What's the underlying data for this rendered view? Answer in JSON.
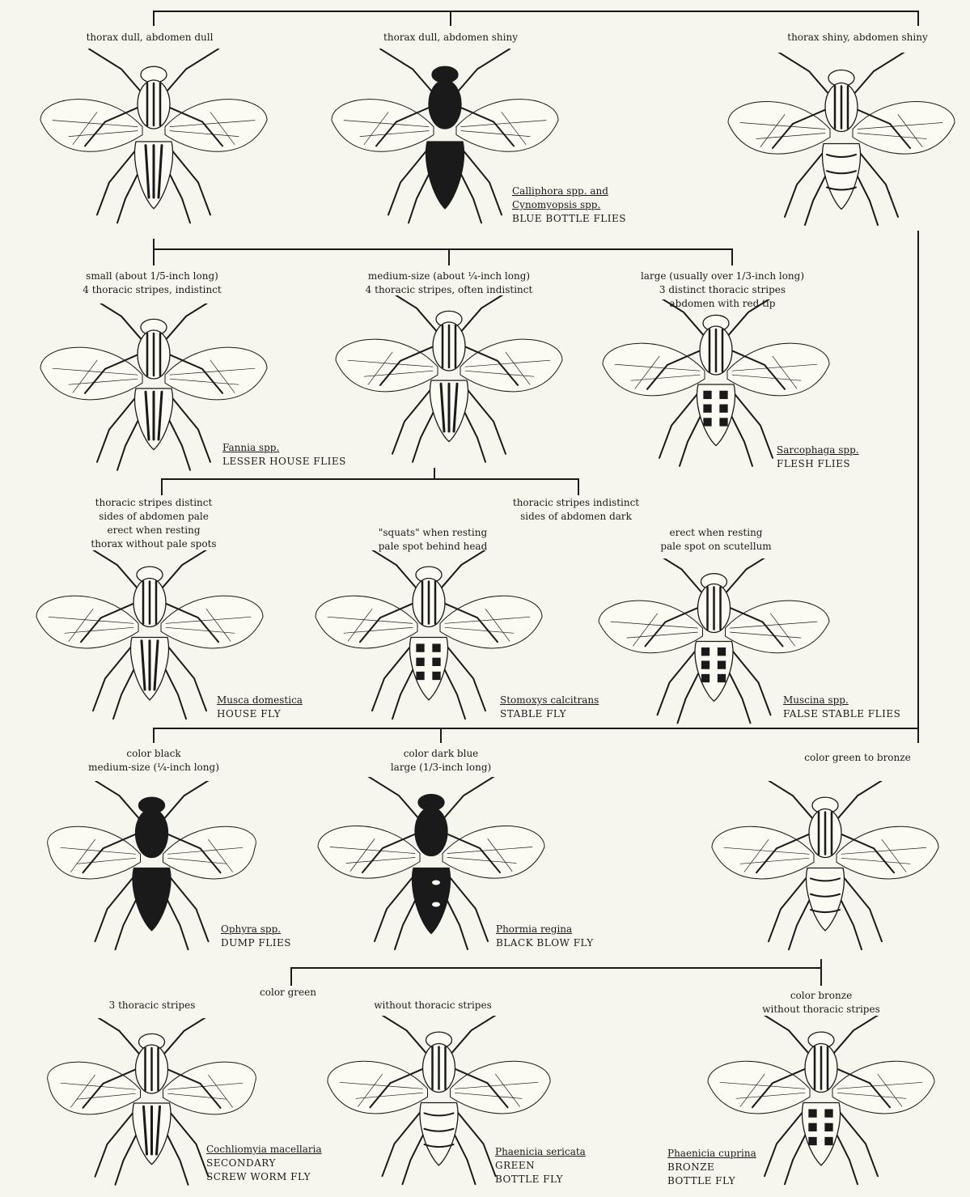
{
  "colors": {
    "ink": "#1a1a1a",
    "paper": "#f7f6ee"
  },
  "groups": {
    "g1": {
      "characters": [
        "thorax dull, abdomen dull"
      ]
    },
    "g2": {
      "characters": [
        "thorax dull, abdomen shiny"
      ]
    },
    "g3": {
      "characters": [
        "thorax shiny, abdomen shiny"
      ]
    },
    "g4": {
      "characters": [
        "small (about 1/5-inch long)",
        "4 thoracic stripes, indistinct"
      ]
    },
    "g5": {
      "characters": [
        "medium-size (about ¼-inch long)",
        "4 thoracic stripes, often indistinct"
      ]
    },
    "g6": {
      "characters": [
        "large (usually over 1/3-inch long)",
        "3 distinct thoracic stripes",
        "abdomen with red tip"
      ]
    },
    "g7": {
      "characters": [
        "thoracic stripes distinct",
        "sides of abdomen pale",
        "erect when resting",
        "thorax without pale spots"
      ]
    },
    "g8": {
      "characters": [
        "thoracic stripes indistinct",
        "sides of abdomen dark"
      ]
    },
    "g9": {
      "characters": [
        "\"squats\" when resting",
        "pale spot behind head"
      ]
    },
    "g10": {
      "characters": [
        "erect when resting",
        "pale spot on scutellum"
      ]
    },
    "g11": {
      "characters": [
        "color black",
        "medium-size (¼-inch long)"
      ]
    },
    "g12": {
      "characters": [
        "color dark blue",
        "large (1/3-inch long)"
      ]
    },
    "g13": {
      "characters": [
        "color green to bronze"
      ]
    },
    "g14": {
      "characters": [
        "color green"
      ]
    },
    "g15": {
      "characters": [
        "3 thoracic stripes"
      ]
    },
    "g16": {
      "characters": [
        "without thoracic stripes"
      ]
    },
    "g17": {
      "characters": [
        "color bronze",
        "without thoracic stripes"
      ]
    }
  },
  "flies": [
    {
      "id": "calliphora",
      "genus": "Calliphora spp. and",
      "genus2": "Cynomyopsis spp.",
      "common": [
        "BLUE BOTTLE FLIES"
      ]
    },
    {
      "id": "fannia",
      "genus": "Fannia spp.",
      "common": [
        "LESSER HOUSE FLIES"
      ]
    },
    {
      "id": "sarcophaga",
      "genus": "Sarcophaga spp.",
      "common": [
        "FLESH FLIES"
      ]
    },
    {
      "id": "musca",
      "genus": "Musca domestica",
      "common": [
        "HOUSE FLY"
      ]
    },
    {
      "id": "stomoxys",
      "genus": "Stomoxys calcitrans",
      "common": [
        "STABLE FLY"
      ]
    },
    {
      "id": "muscina",
      "genus": "Muscina spp.",
      "common": [
        "FALSE STABLE FLIES"
      ]
    },
    {
      "id": "ophyra",
      "genus": "Ophyra spp.",
      "common": [
        "DUMP FLIES"
      ]
    },
    {
      "id": "phormia",
      "genus": "Phormia regina",
      "common": [
        "BLACK BLOW FLY"
      ]
    },
    {
      "id": "cochliomyia",
      "genus": "Cochliomyia macellaria",
      "common": [
        "SECONDARY",
        "SCREW WORM FLY"
      ]
    },
    {
      "id": "sericata",
      "genus": "Phaenicia sericata",
      "common": [
        "GREEN",
        "BOTTLE FLY"
      ]
    },
    {
      "id": "cuprina",
      "genus": "Phaenicia cuprina",
      "common": [
        "BRONZE",
        "BOTTLE FLY"
      ]
    }
  ]
}
